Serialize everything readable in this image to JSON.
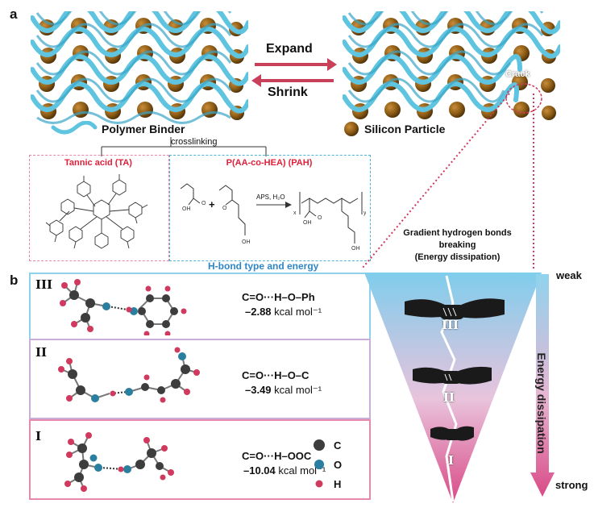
{
  "panel_a": {
    "label": "a",
    "expand_label": "Expand",
    "shrink_label": "Shrink",
    "crack_label": "Crack",
    "legend_binder": "Polymer Binder",
    "legend_silicon": "Silicon Particle",
    "crosslinking_label": "crosslinking",
    "ta_title": "Tannic acid (TA)",
    "pah_title": "P(AA-co-HEA) (PAH)",
    "reaction_conditions": "APS, H₂O",
    "plus_sign": "+"
  },
  "panel_b": {
    "label": "b",
    "hbond_title": "H-bond type and energy",
    "gradient_label_1": "Gradient hydrogen bonds",
    "gradient_label_2": "breaking",
    "gradient_label_3": "(Energy dissipation)",
    "weak_label": "weak",
    "strong_label": "strong",
    "energy_dissipation_label": "Energy dissipation",
    "rows": [
      {
        "roman": "III",
        "bond": "C=O···H–O–Ph",
        "energy_value": "–2.88",
        "energy_unit": "kcal mol⁻¹"
      },
      {
        "roman": "II",
        "bond": "C=O···H–O–C",
        "energy_value": "–3.49",
        "energy_unit": "kcal mol⁻¹"
      },
      {
        "roman": "I",
        "bond": "C=O···H–OOC",
        "energy_value": "–10.04",
        "energy_unit": "kcal mol⁻¹"
      }
    ],
    "atom_legend": [
      {
        "symbol": "C",
        "color": "#3d3d3d"
      },
      {
        "symbol": "O",
        "color": "#2a7fa0"
      },
      {
        "symbol": "H",
        "color": "#cf3a5e"
      }
    ],
    "triangle_romans": [
      "III",
      "II",
      "I"
    ]
  },
  "colors": {
    "binder": "#5ec4e0",
    "silicon": "#8a5a14",
    "pink": "#d94a72",
    "blue_box": "#4fb3d8",
    "red_arrow": "#c8405a"
  }
}
